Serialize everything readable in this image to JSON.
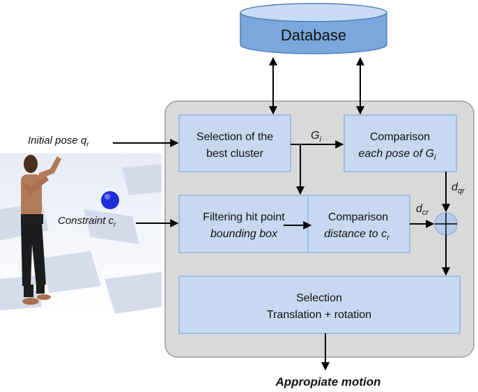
{
  "database": {
    "label": "Database"
  },
  "inputs": {
    "initial_pose": {
      "text": "Initial pose q",
      "sub": "r"
    },
    "constraint": {
      "text": "Constraint c",
      "sub": "r"
    }
  },
  "boxes": {
    "selection_cluster": {
      "line1": "Selection of the",
      "line2": "best cluster"
    },
    "comparison_pose": {
      "line1": "Comparison",
      "line2": "each pose of G",
      "sub": "i"
    },
    "filtering": {
      "line1": "Filtering hit point",
      "line2": "bounding box"
    },
    "comparison_distance": {
      "line1": "Comparison",
      "line2": "distance to c",
      "sub": "r"
    },
    "selection_final": {
      "line1": "Selection",
      "line2": "Translation + rotation"
    }
  },
  "edge_labels": {
    "gi": {
      "text": "G",
      "sub": "i"
    },
    "dqr": {
      "text": "d",
      "sub": "qr"
    },
    "dcr": {
      "text": "d",
      "sub": "cr"
    }
  },
  "output": {
    "label": "Appropiate motion"
  },
  "colors": {
    "panel": "#d9d9d9",
    "box_fill": "#c6d9f1",
    "box_stroke": "#8eb4e3",
    "database_fill": "#7aa7dc",
    "sum_node": "#b4cce9"
  }
}
